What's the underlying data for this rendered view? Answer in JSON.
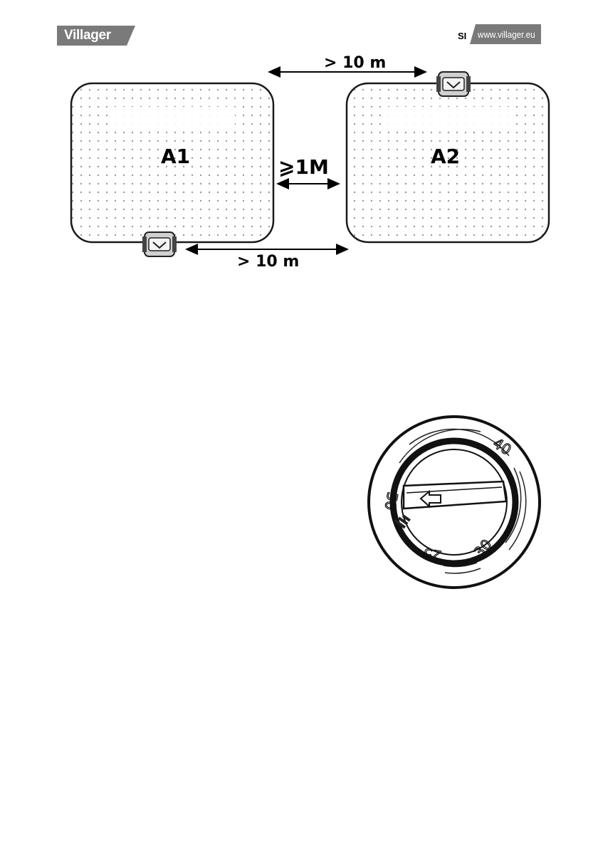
{
  "header": {
    "brand": "Villager",
    "language_code": "SI",
    "website": "www.villager.eu"
  },
  "diagram": {
    "zone_a1_label": "A1",
    "zone_a2_label": "A2",
    "top_distance_label": "> 10 m",
    "bottom_distance_label": "> 10 m",
    "gap_label": "⩾1M"
  },
  "height_dial": {
    "scale_labels": [
      "40",
      "30",
      "25",
      "50"
    ]
  },
  "colors": {
    "logo_bg": "#7a7a7a",
    "dot": "#9a9a9a",
    "outline": "#1a1a1a"
  }
}
